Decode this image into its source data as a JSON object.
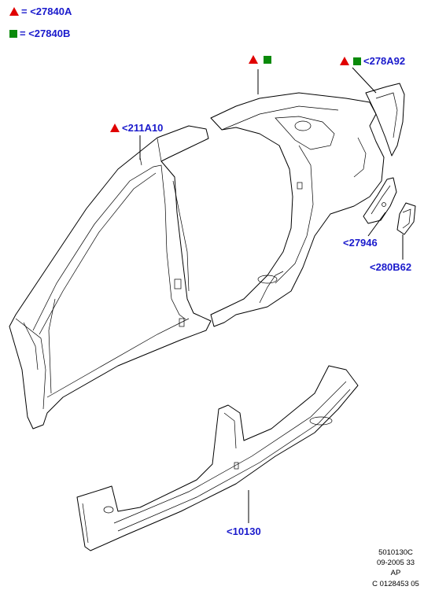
{
  "legend": [
    {
      "symbol": "triangle",
      "color": "#e00000",
      "label": "= <27840A"
    },
    {
      "symbol": "square",
      "color": "#0a8a0a",
      "label": "= <27840B"
    }
  ],
  "callouts": {
    "roof_rail_symbols": {
      "label": ""
    },
    "quarter_ext": {
      "label": "<278A92"
    },
    "roof_front": {
      "label": "<211A10"
    },
    "bracket_27946": {
      "label": "<27946"
    },
    "bracket_280b62": {
      "label": "<280B62"
    },
    "sill": {
      "label": "<10130"
    }
  },
  "reference": {
    "line1": "5010130C",
    "line2": "09-2005 33",
    "line3": "AP",
    "line4": "C 0128453 05"
  },
  "colors": {
    "label_blue": "#1a1acc",
    "triangle_red": "#e00000",
    "square_green": "#0a8a0a"
  }
}
